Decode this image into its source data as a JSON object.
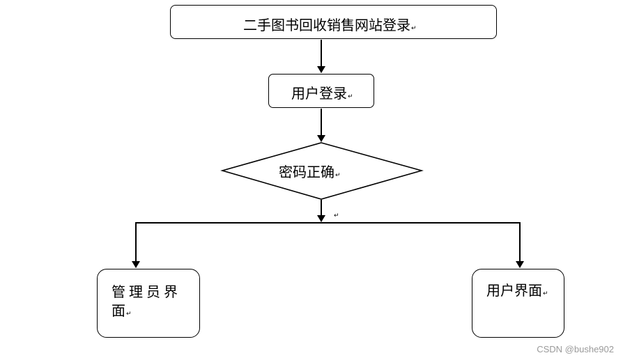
{
  "nodes": {
    "title": "二手图书回收销售网站登录",
    "user_login": "用户登录",
    "password_check": "密码正确",
    "admin_line1": "管理员界",
    "admin_line2": "面",
    "user_page": "用户界面"
  },
  "paragraph_mark": "↵",
  "watermark": "CSDN @bushe902",
  "colors": {
    "line": "#000000",
    "watermark": "#9a9a9a"
  }
}
